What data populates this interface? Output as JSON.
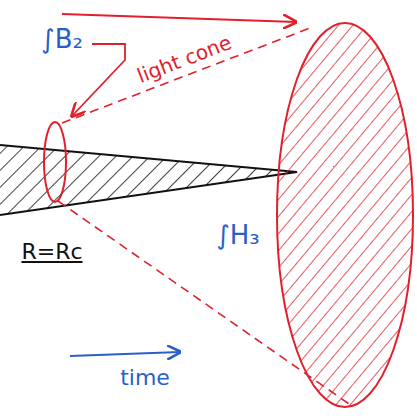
{
  "diagram": {
    "labels": [
      "∫B₂",
      "light cone",
      "∫H₃",
      "R=Rc",
      "time"
    ]
  }
}
